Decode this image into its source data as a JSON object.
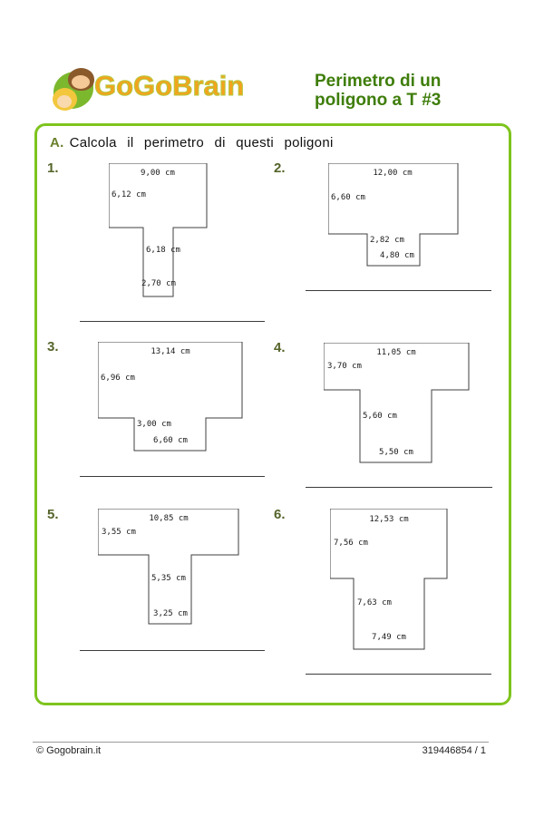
{
  "header": {
    "logo_text": "GoGoBrain",
    "title_line1": "Perimetro di un",
    "title_line2": "poligono a T #3"
  },
  "worksheet": {
    "section_letter": "A.",
    "instruction": "Calcola il perimetro di questi poligoni",
    "problems": [
      {
        "number": "1.",
        "top_label": "9,00 cm",
        "left_label": "6,12 cm",
        "stem_label": "6,18 cm",
        "bottom_label": "2,70 cm"
      },
      {
        "number": "2.",
        "top_label": "12,00 cm",
        "left_label": "6,60 cm",
        "stem_label": "2,82 cm",
        "bottom_label": "4,80 cm"
      },
      {
        "number": "3.",
        "top_label": "13,14 cm",
        "left_label": "6,96 cm",
        "stem_label": "3,00 cm",
        "bottom_label": "6,60 cm"
      },
      {
        "number": "4.",
        "top_label": "11,05 cm",
        "left_label": "3,70 cm",
        "stem_label": "5,60 cm",
        "bottom_label": "5,50 cm"
      },
      {
        "number": "5.",
        "top_label": "10,85 cm",
        "left_label": "3,55 cm",
        "stem_label": "5,35 cm",
        "bottom_label": "3,25 cm"
      },
      {
        "number": "6.",
        "top_label": "12,53 cm",
        "left_label": "7,56 cm",
        "stem_label": "7,63 cm",
        "bottom_label": "7,49 cm"
      }
    ]
  },
  "footer": {
    "copyright": "© Gogobrain.it",
    "doc_number": "319446854 / 1"
  },
  "colors": {
    "frame_green": "#7ec41e",
    "title_green": "#3e7d0a",
    "number_olive": "#55642a",
    "logo_orange": "#f2a41e",
    "shape_stroke": "#3f3f3f"
  }
}
